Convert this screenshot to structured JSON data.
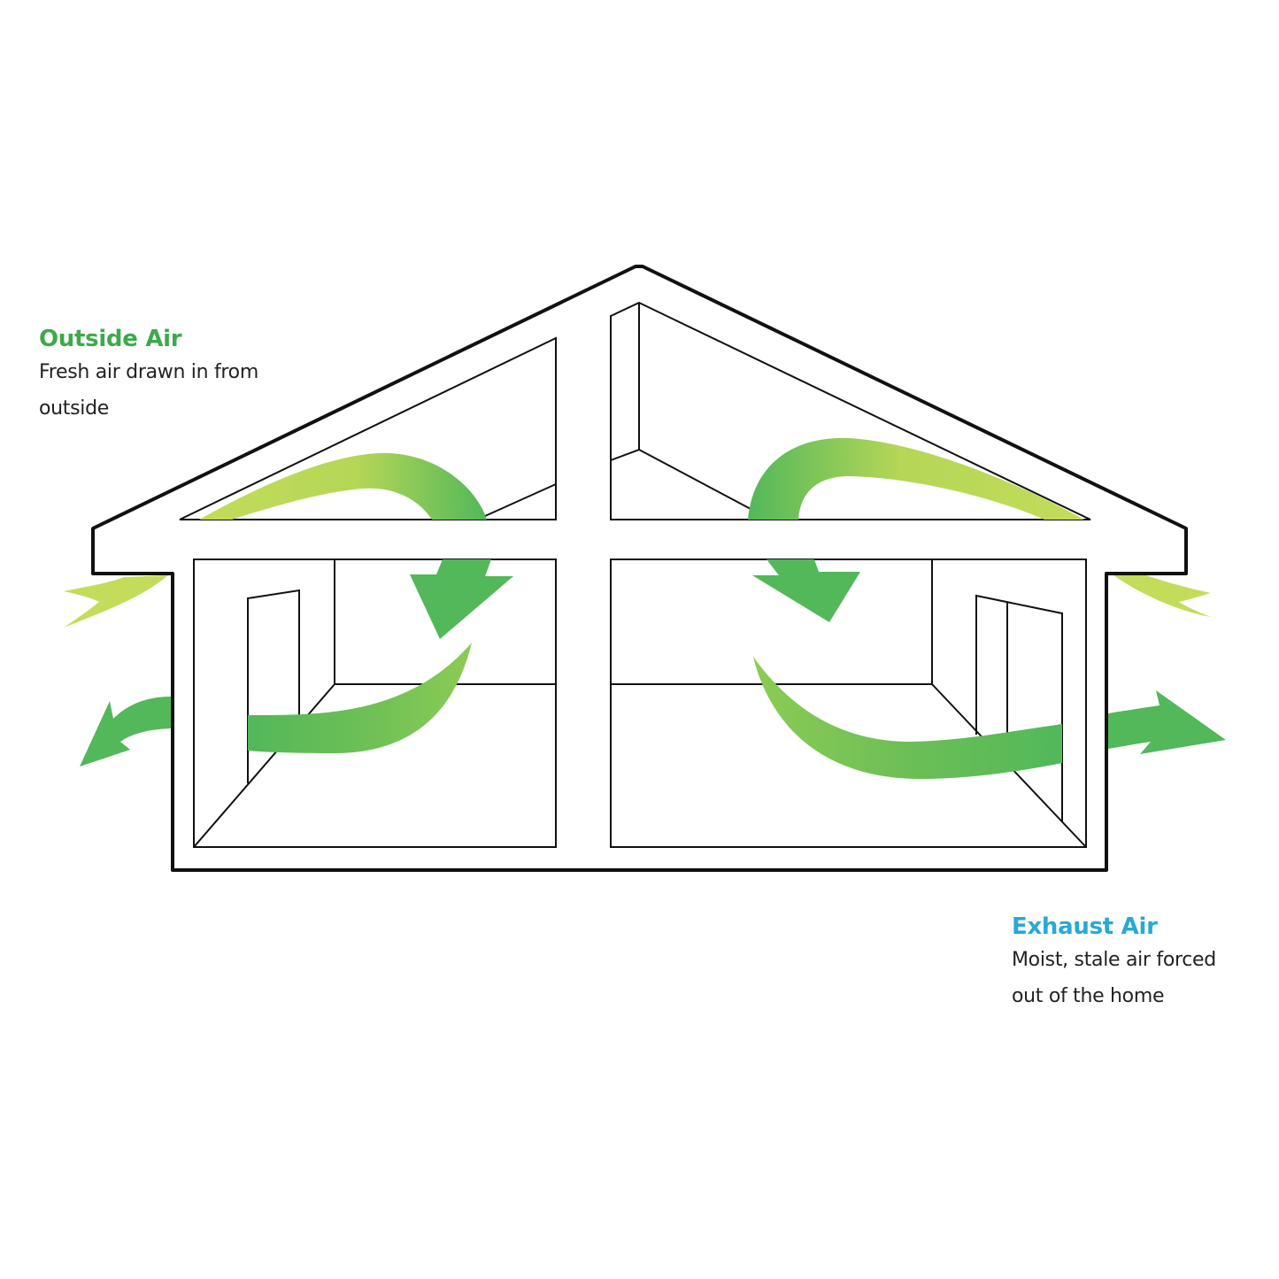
{
  "outside_air": {
    "title": "Outside Air",
    "description_line1": "Fresh air drawn in from",
    "description_line2": "outside",
    "color": "#3daa4a"
  },
  "exhaust_air": {
    "title": "Exhaust Air",
    "description_line1": "Moist, stale air forced",
    "description_line2": "out of the home",
    "color": "#2aa8d4"
  },
  "colors": {
    "fresh": "#c3dc5a",
    "flow": "#52b85a",
    "outline": "#111111"
  }
}
